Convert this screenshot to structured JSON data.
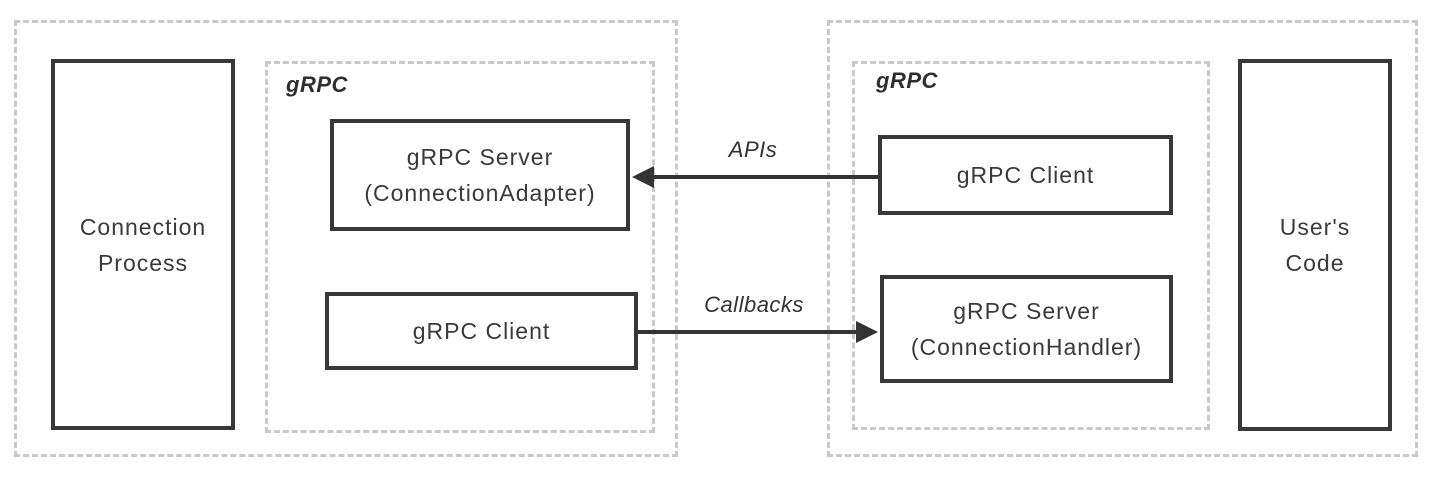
{
  "diagram": {
    "left_group": {
      "process_box": {
        "line1": "Connection",
        "line2": "Process"
      },
      "grpc_label": "gRPC",
      "server_box": {
        "line1": "gRPC Server",
        "line2": "(ConnectionAdapter)"
      },
      "client_box": {
        "label": "gRPC Client"
      }
    },
    "right_group": {
      "grpc_label": "gRPC",
      "client_box": {
        "label": "gRPC Client"
      },
      "server_box": {
        "line1": "gRPC Server",
        "line2": "(ConnectionHandler)"
      },
      "users_code_box": {
        "line1": "User's",
        "line2": "Code"
      }
    },
    "arrows": {
      "apis": {
        "label": "APIs",
        "direction": "right-to-left"
      },
      "callbacks": {
        "label": "Callbacks",
        "direction": "left-to-right"
      }
    },
    "colors": {
      "solid_border": "#383838",
      "dashed_border": "#c9c9c9",
      "text": "#3a3a3a",
      "arrow": "#333333",
      "background": "#ffffff"
    }
  }
}
